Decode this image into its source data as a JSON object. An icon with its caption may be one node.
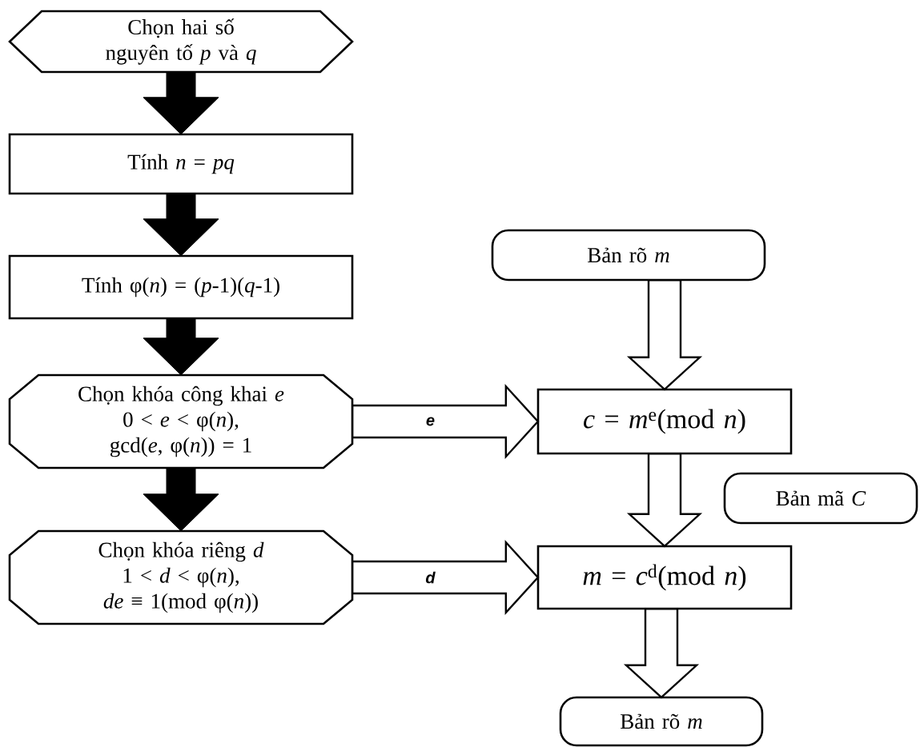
{
  "diagram": {
    "nodes": [
      {
        "text": [
          "Chọn hai số nguyên tố *p* và *q*"
        ]
      },
      {
        "text": [
          "Tính *n* = *pq*"
        ]
      },
      {
        "text": [
          "Tính φ(*n*) = (*p*-1)(*q*-1)"
        ]
      },
      {
        "text": [
          "Chọn khóa công khai *e*",
          "0 < *e* < φ(*n*),",
          "gcd(*e*, φ(*n*)) = 1"
        ]
      },
      {
        "text": [
          "Chọn khóa riêng *d*",
          "1 < *d* < φ(*n*),",
          "*de* ≡ 1(mod φ(*n*))"
        ]
      },
      {
        "text": [
          "Bản rõ *m*"
        ]
      },
      {
        "text": [
          "*c* = *m*$^{e}$(mod *n*)"
        ]
      },
      {
        "text": [
          "Bản mã *C*"
        ]
      },
      {
        "text": [
          "*m* = *c*$^{d}$(mod *n*)"
        ]
      },
      {
        "text": [
          "Bản rõ *m*"
        ]
      }
    ],
    "edges": [
      {
        "from": 0,
        "to": 1,
        "arrow": "to",
        "style": "thick"
      },
      {
        "from": 1,
        "to": 2,
        "arrow": "to",
        "style": "thick"
      },
      {
        "from": 2,
        "to": 3,
        "arrow": "to",
        "style": "thick"
      },
      {
        "from": 3,
        "to": 4,
        "arrow": "to",
        "style": "thick"
      },
      {
        "from": 5,
        "to": 6,
        "arrow": "to"
      },
      {
        "from": 3,
        "to": 6,
        "arrow": "to",
        "label": "e"
      },
      {
        "from": 6,
        "to": 8,
        "arrow": "to"
      },
      {
        "from": 4,
        "to": 8,
        "arrow": "to",
        "label": "d"
      },
      {
        "from": 8,
        "to": 9,
        "arrow": "to"
      }
    ]
  }
}
